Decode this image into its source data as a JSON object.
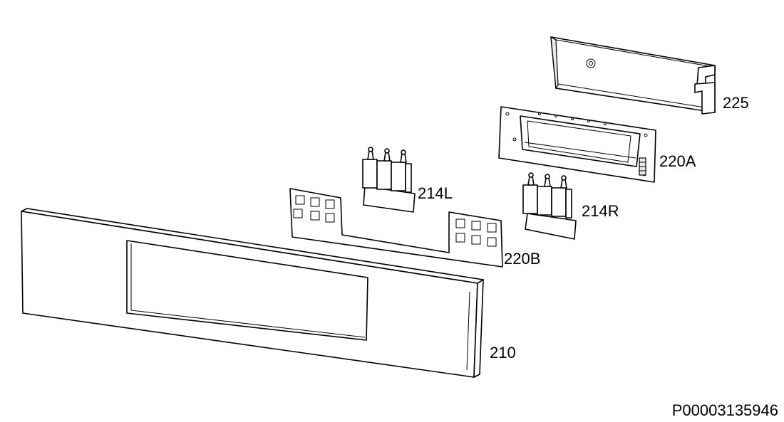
{
  "diagram": {
    "drawing_code": "P00003135946",
    "parts": [
      {
        "id": "225",
        "label": "225"
      },
      {
        "id": "220A",
        "label": "220A"
      },
      {
        "id": "214L",
        "label": "214L"
      },
      {
        "id": "214R",
        "label": "214R"
      },
      {
        "id": "220B",
        "label": "220B"
      },
      {
        "id": "210",
        "label": "210"
      }
    ]
  }
}
